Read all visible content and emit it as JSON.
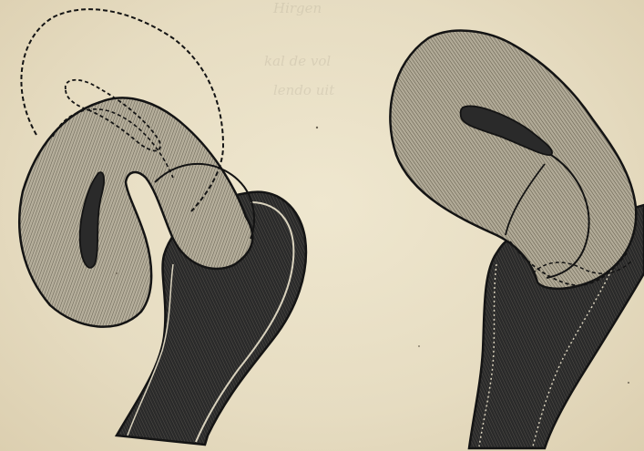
{
  "figure": {
    "panels": [
      {
        "id": "left",
        "icon": "uterus-anteflexion-drawing"
      },
      {
        "id": "right",
        "icon": "uterus-retroflexion-drawing"
      }
    ],
    "colors": {
      "paper": "#e8dfc6",
      "ink": "#141414",
      "organ_fill": "#a9a392",
      "canal_fill": "#2b2b2b"
    },
    "bleed_through_text": [
      "Hirgen",
      "kal de vol",
      "lendo uit"
    ]
  }
}
